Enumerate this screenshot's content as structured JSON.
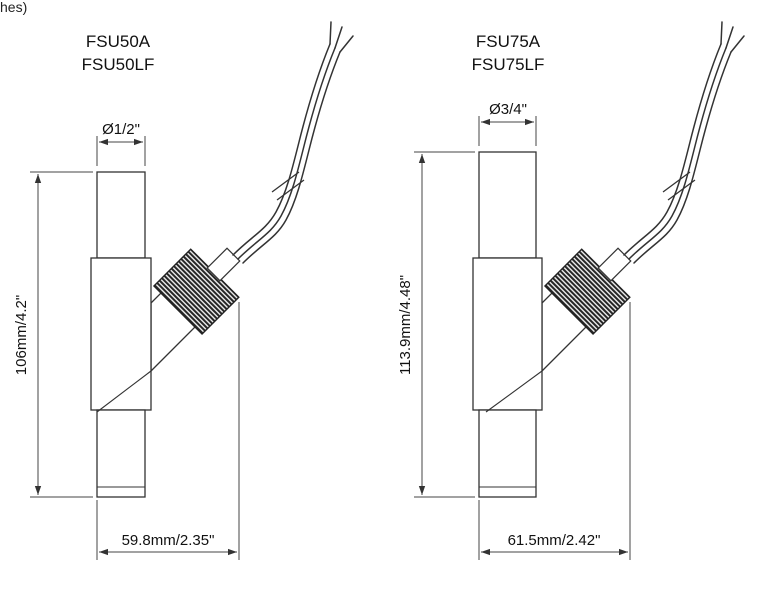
{
  "page": {
    "corner_note": "hes)"
  },
  "colors": {
    "ink": "#222222",
    "dimension_line": "#444444",
    "background": "#ffffff"
  },
  "units": {
    "left": {
      "model_line1": "FSU50A",
      "model_line2": "FSU50LF",
      "diameter_label": "Ø1/2\"",
      "height_label": "106mm/4.2\"",
      "width_label": "59.8mm/2.35\""
    },
    "right": {
      "model_line1": "FSU75A",
      "model_line2": "FSU75LF",
      "diameter_label": "Ø3/4\"",
      "height_label": "113.9mm/4.48\"",
      "width_label": "61.5mm/2.42\""
    }
  }
}
